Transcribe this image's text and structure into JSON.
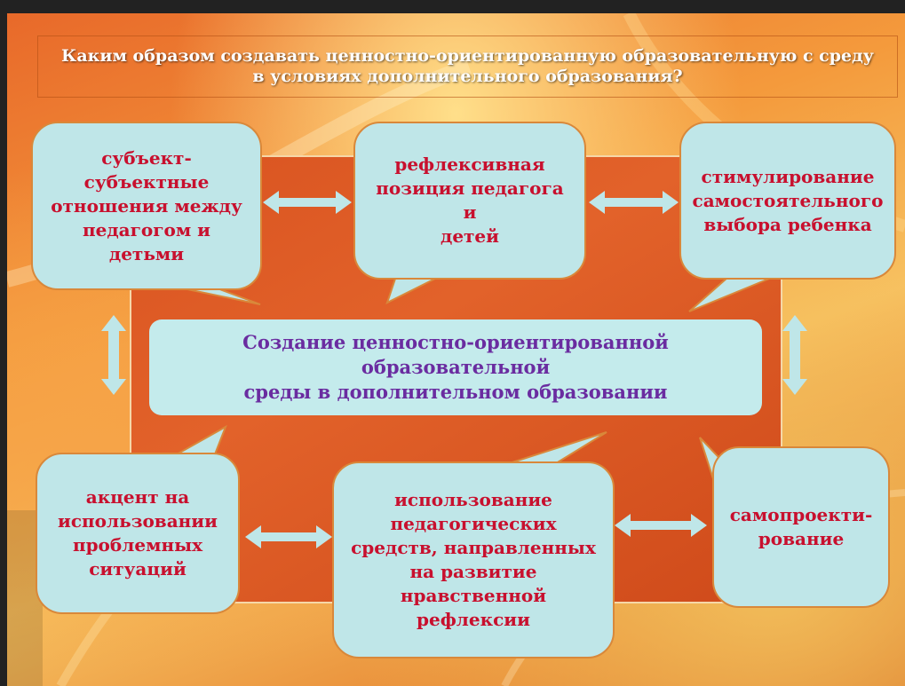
{
  "title": "Каким образом создавать ценностно-ориентированную образовательную с среду в условиях дополнительного образования?",
  "center": "Создание  ценностно-ориентированной образовательной\nсреды в дополнительном образовании",
  "bubbles": [
    {
      "text": "субъект-\nсубъектные\nотношения между\nпедагогом и\nдетьми"
    },
    {
      "text": "рефлексивная\nпозиция педагога и\nдетей"
    },
    {
      "text": "стимулирование\nсамостоятельного\nвыбора ребенка"
    },
    {
      "text": "акцент на\nиспользовании\nпроблемных\nситуаций"
    },
    {
      "text": "использование\nпедагогических\nсредств,  направленных\nна развитие\nнравственной\nрефлексии"
    },
    {
      "text": "самопроекти-\nрование"
    }
  ],
  "colors": {
    "bubble_fill": "#bfe6e8",
    "bubble_text": "#c8102e",
    "center_text": "#6a2ca0",
    "arrow": "#bfe6e8"
  }
}
